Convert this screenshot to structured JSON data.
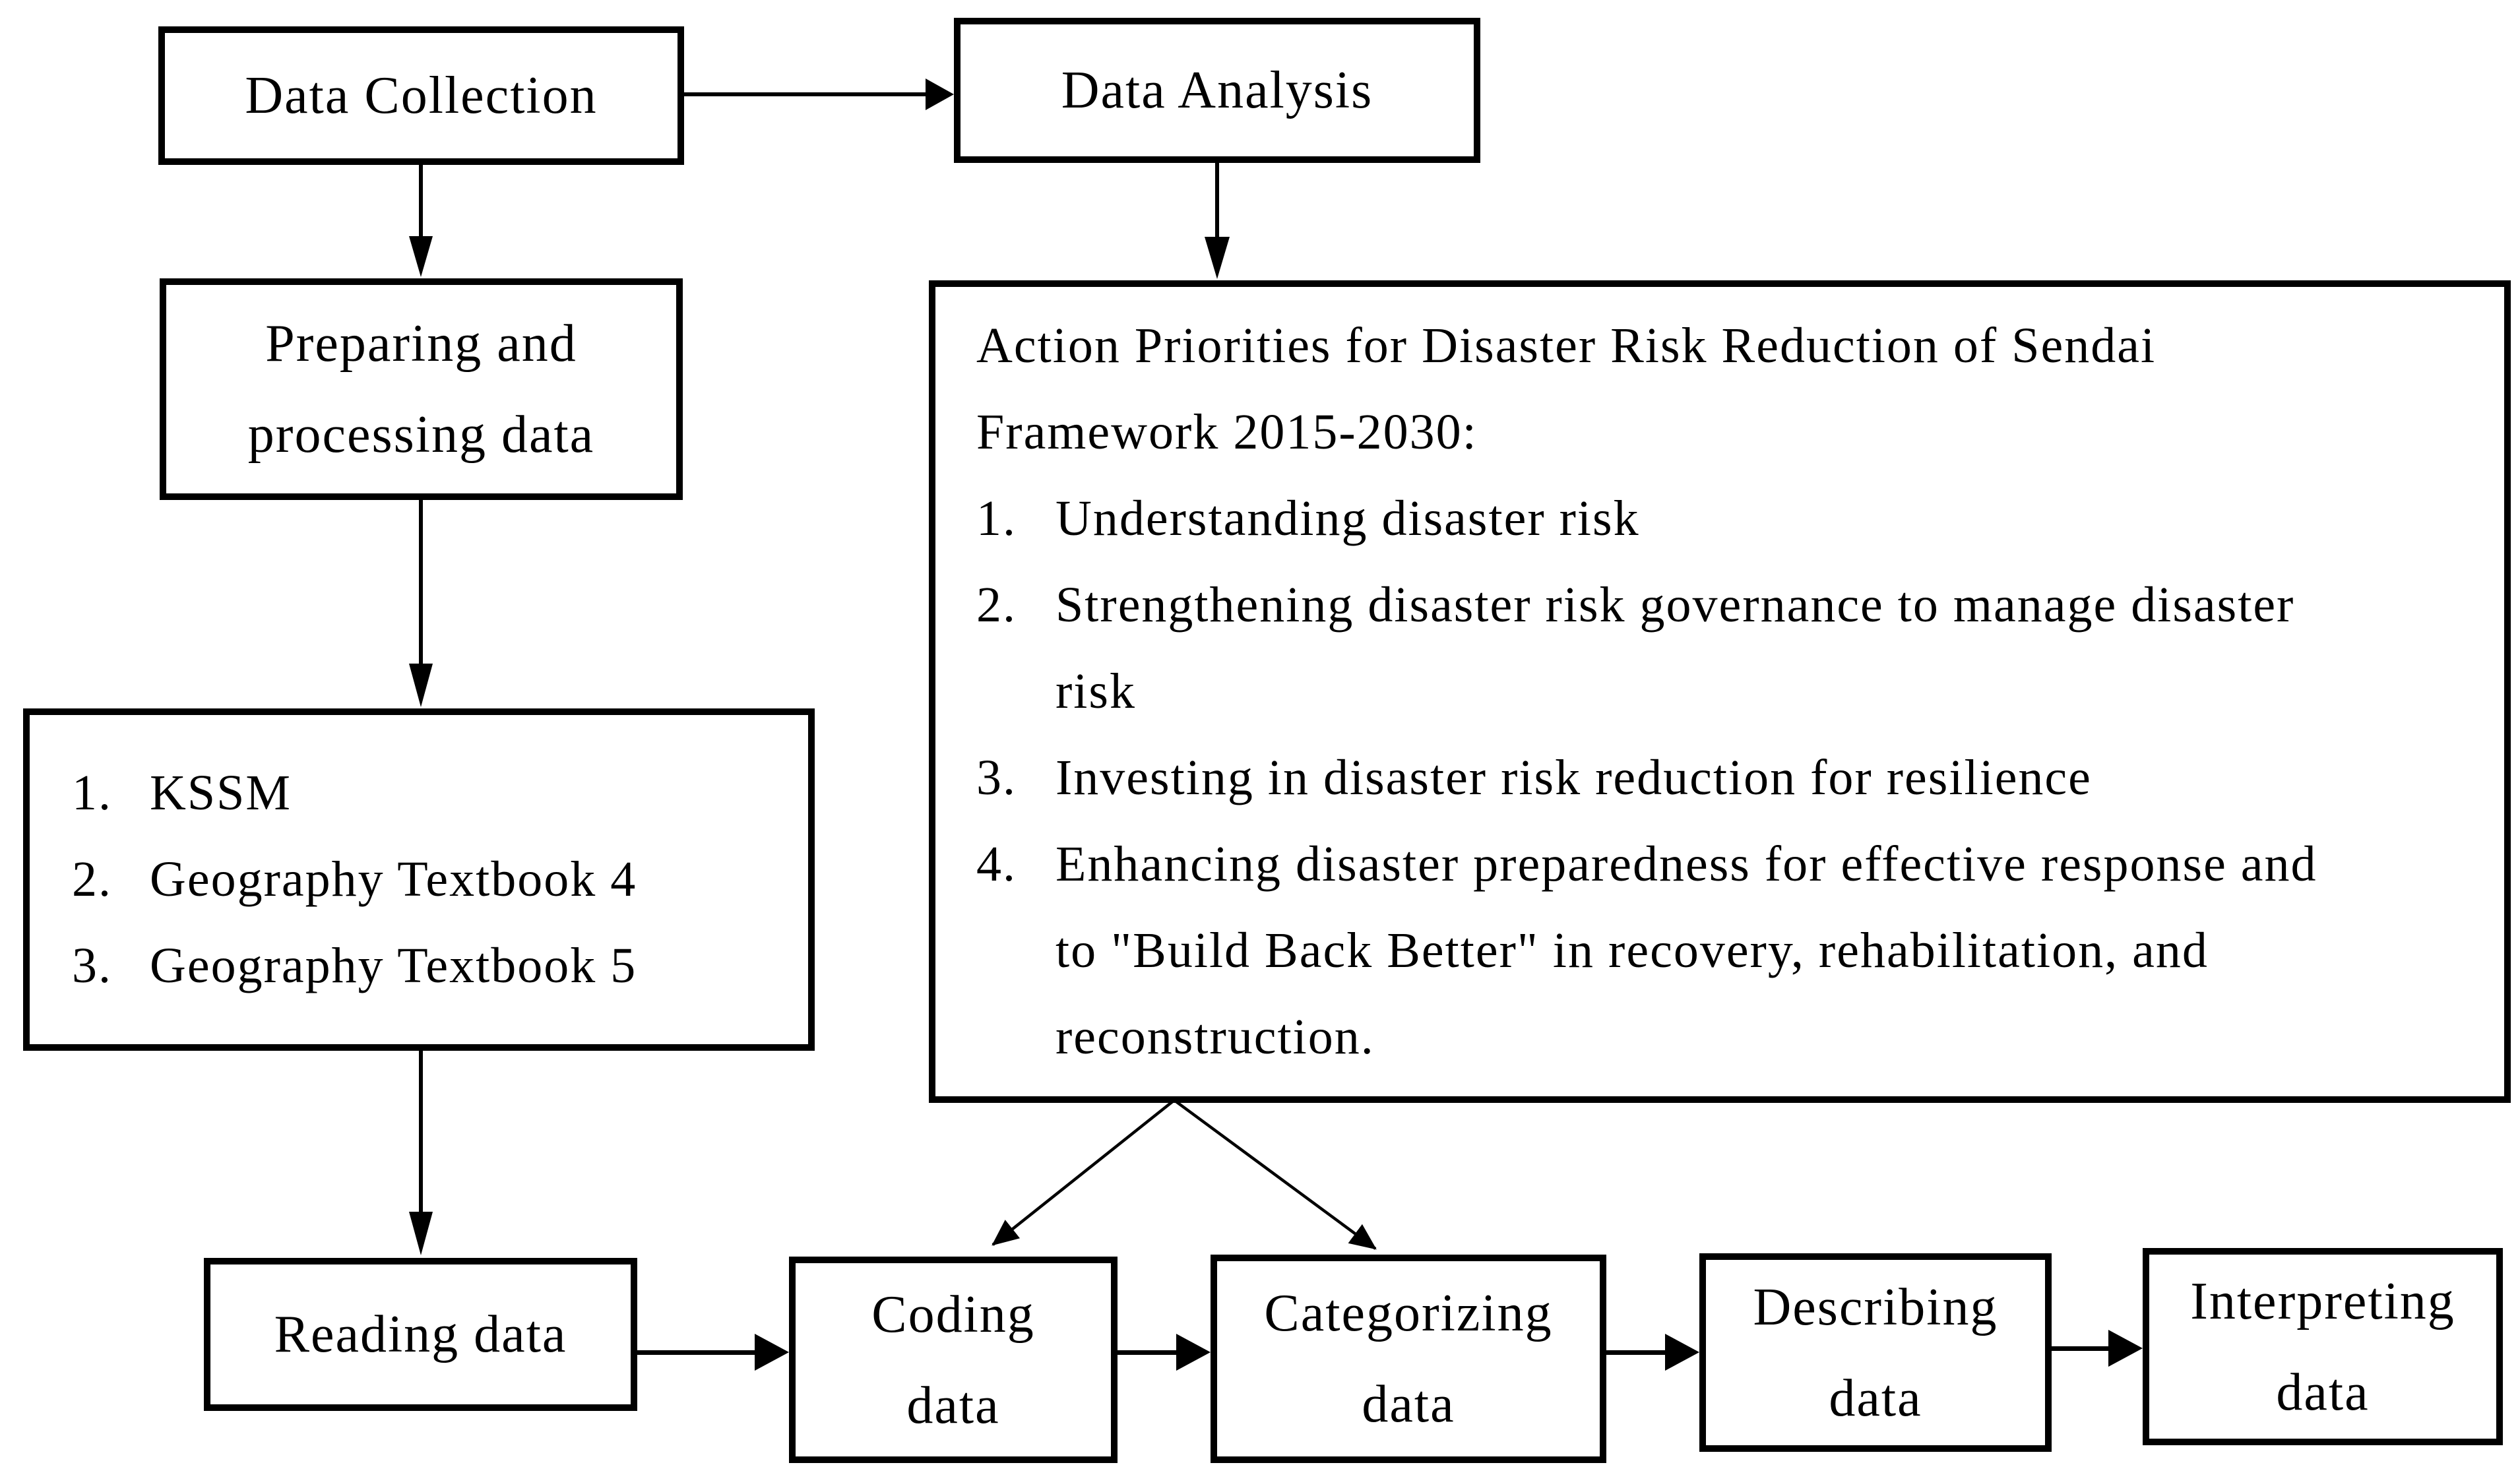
{
  "colors": {
    "ink": "#000000",
    "paper": "#ffffff"
  },
  "flowchart": {
    "data_collection": {
      "label": "Data Collection"
    },
    "data_analysis": {
      "label": "Data Analysis"
    },
    "preparing": {
      "lines": [
        "Preparing and",
        "processing data"
      ]
    },
    "sources": {
      "items": [
        {
          "num": "1.",
          "text": "KSSM"
        },
        {
          "num": "2.",
          "text": "Geography Textbook 4"
        },
        {
          "num": "3.",
          "text": "Geography Textbook 5"
        }
      ]
    },
    "action_priorities": {
      "title_lines": [
        "Action Priorities for Disaster Risk Reduction of Sendai",
        "Framework 2015-2030:"
      ],
      "items": [
        {
          "num": "1.",
          "lines": [
            "Understanding disaster risk"
          ]
        },
        {
          "num": "2.",
          "lines": [
            "Strengthening disaster risk governance to manage disaster",
            "risk"
          ]
        },
        {
          "num": "3.",
          "lines": [
            "Investing in disaster risk reduction for resilience"
          ]
        },
        {
          "num": "4.",
          "lines": [
            "Enhancing disaster preparedness for effective response and",
            "to \"Build Back Better\" in recovery, rehabilitation, and",
            "reconstruction."
          ]
        }
      ]
    },
    "reading": {
      "label": "Reading data"
    },
    "coding": {
      "lines": [
        "Coding",
        "data"
      ]
    },
    "categorizing": {
      "lines": [
        "Categorizing",
        "data"
      ]
    },
    "describing": {
      "lines": [
        "Describing",
        "data"
      ]
    },
    "interpreting": {
      "lines": [
        "Interpreting",
        "data"
      ]
    }
  }
}
